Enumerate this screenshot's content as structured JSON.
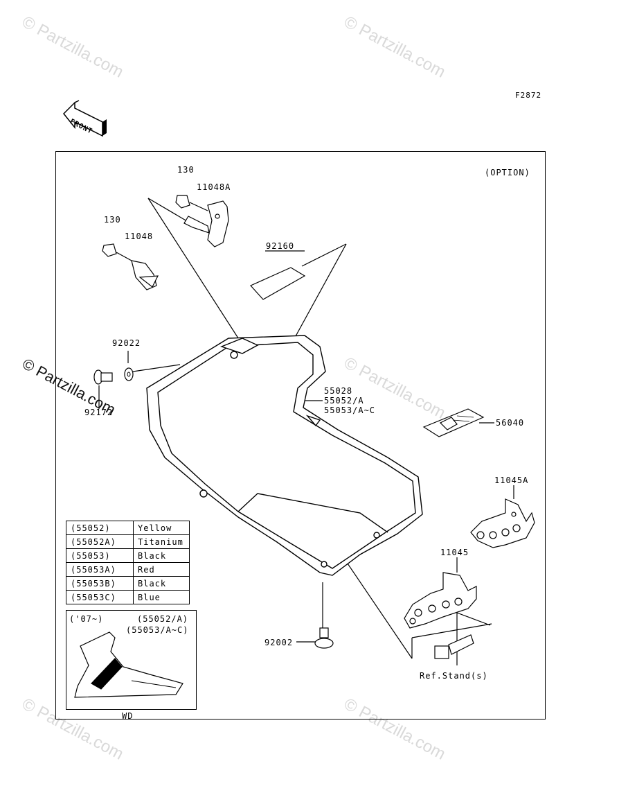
{
  "diagram_code": "F2872",
  "front_label": "FRONT",
  "option_label": "(OPTION)",
  "watermark": "© Partzilla.com",
  "callouts": {
    "bolt_130_upper": "130",
    "bracket_11048a": "11048A",
    "bolt_130_lower": "130",
    "bracket_11048": "11048",
    "pad_92160": "92160",
    "washer_92022": "92022",
    "bolt_92172": "92172",
    "cowl_line1": "55028",
    "cowl_line2": "55052/A",
    "cowl_line3": "55053/A~C",
    "label_56040": "56040",
    "bracket_11045a": "11045A",
    "bracket_11045": "11045",
    "bolt_92002": "92002",
    "ref_stand": "Ref.Stand(s)"
  },
  "color_table": [
    {
      "code": "(55052)",
      "color": "Yellow"
    },
    {
      "code": "(55052A)",
      "color": "Titanium"
    },
    {
      "code": "(55053)",
      "color": "Black"
    },
    {
      "code": "(55053A)",
      "color": "Red"
    },
    {
      "code": "(55053B)",
      "color": "Black"
    },
    {
      "code": "(55053C)",
      "color": "Blue"
    }
  ],
  "variant": {
    "year": "('07~)",
    "line1": "(55052/A)",
    "line2": "(55053/A~C)",
    "caption": "WD"
  }
}
